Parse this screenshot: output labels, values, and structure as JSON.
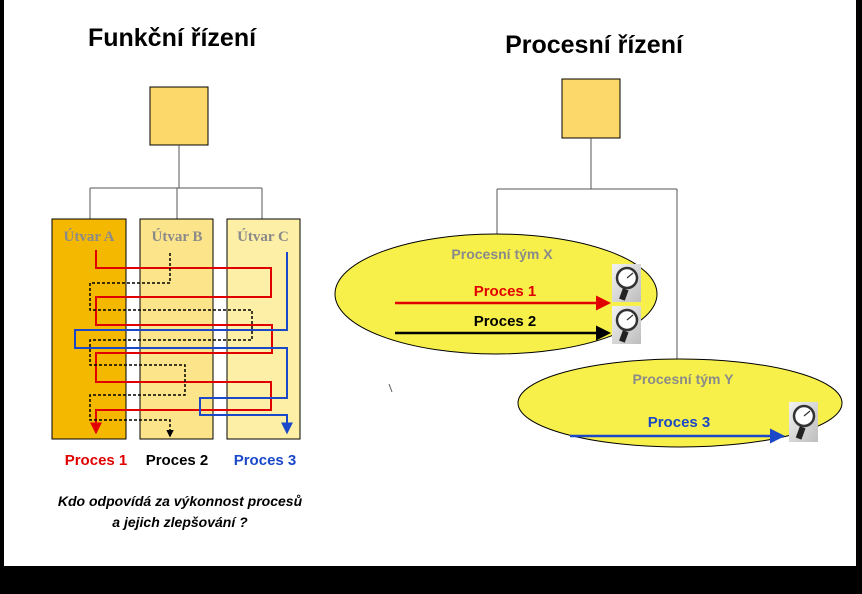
{
  "functional": {
    "title": "Funkční řízení",
    "units": [
      "Útvar A",
      "Útvar B",
      "Útvar C"
    ],
    "process_labels": [
      "Proces 1",
      "Proces 2",
      "Proces 3"
    ],
    "question_line1": "Kdo odpovídá za výkonnost procesů",
    "question_line2": "a jejich zlepšování ?"
  },
  "process_management": {
    "title": "Procesní řízení",
    "team_x": {
      "label": "Procesní tým X",
      "proces1": "Proces 1",
      "proces2": "Proces 2"
    },
    "team_y": {
      "label": "Procesní tým Y",
      "proces3": "Proces 3"
    }
  },
  "colors": {
    "page_bg": "#ffffff",
    "frame": "#000000",
    "box_fill": "#fcd86a",
    "unit_a": "#f5b800",
    "unit_b": "#fbe48a",
    "unit_c": "#fdf0a6",
    "unit_text": "#8a8a8a",
    "ellipse": "#f7f04a",
    "proces1": "#e10000",
    "proces2": "#000000",
    "proces3": "#1a48c8"
  }
}
